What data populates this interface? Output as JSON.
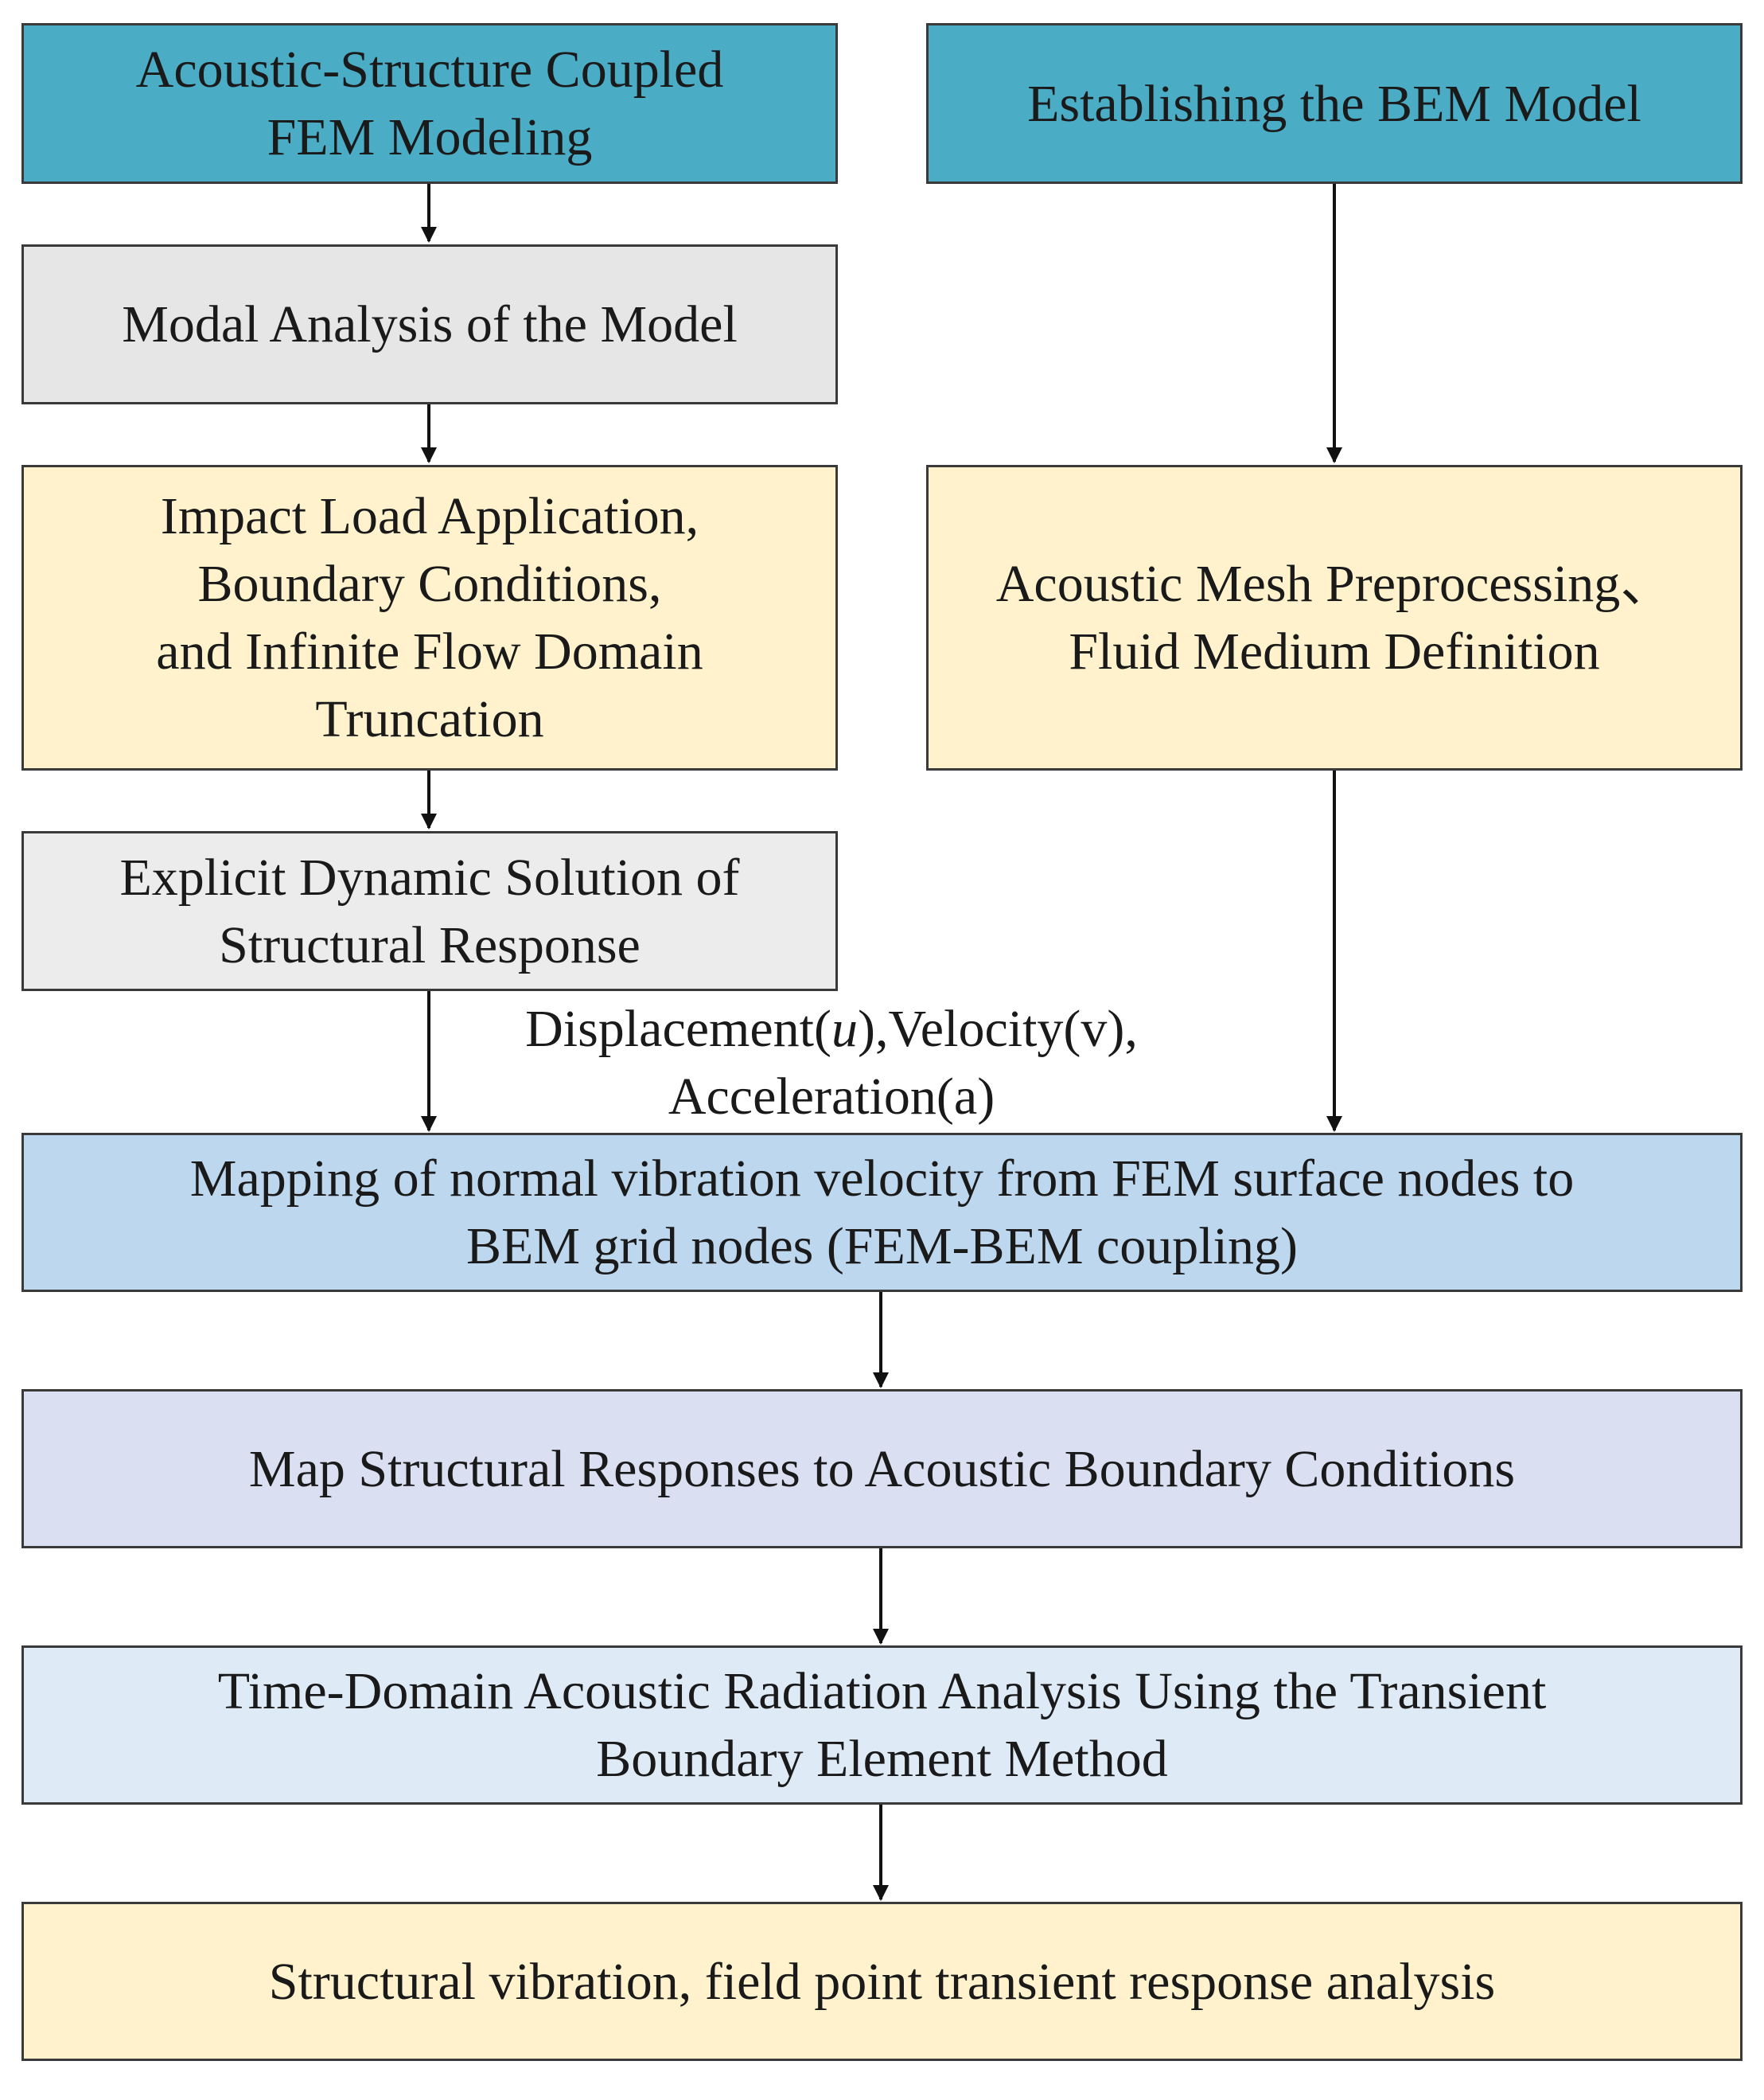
{
  "colors": {
    "teal": "#4bacc6",
    "gray": "#e6e6e6",
    "gray_light": "#ececec",
    "yellow": "#fff2cc",
    "blue": "#bdd7ee",
    "lavender": "#dae0f2",
    "blue_light": "#deebf7",
    "stroke": "#3a3a3a",
    "arrow": "#111111"
  },
  "boxes": {
    "fem_modeling": "Acoustic-Structure Coupled\nFEM Modeling",
    "bem_model": "Establishing the BEM Model",
    "modal_analysis": "Modal Analysis of the Model",
    "impact_load": "Impact Load Application,\nBoundary Conditions,\nand Infinite Flow Domain\nTruncation",
    "acoustic_mesh": "Acoustic Mesh Preprocessing、\nFluid Medium Definition",
    "explicit_dynamic": "Explicit Dynamic Solution of\nStructural Response",
    "mapping_velocity": "Mapping of normal vibration velocity from FEM surface nodes to\nBEM grid nodes (FEM-BEM coupling)",
    "map_structural": "Map Structural Responses to Acoustic Boundary Conditions",
    "time_domain": "Time-Domain Acoustic Radiation Analysis Using the Transient\nBoundary Element Method",
    "structural_vibration": "Structural vibration, field point transient response analysis"
  },
  "annotation": {
    "line1_prefix": "Displacement(",
    "line1_var": "u",
    "line1_suffix": "),Velocity(v),",
    "line2": "Acceleration(a)"
  }
}
